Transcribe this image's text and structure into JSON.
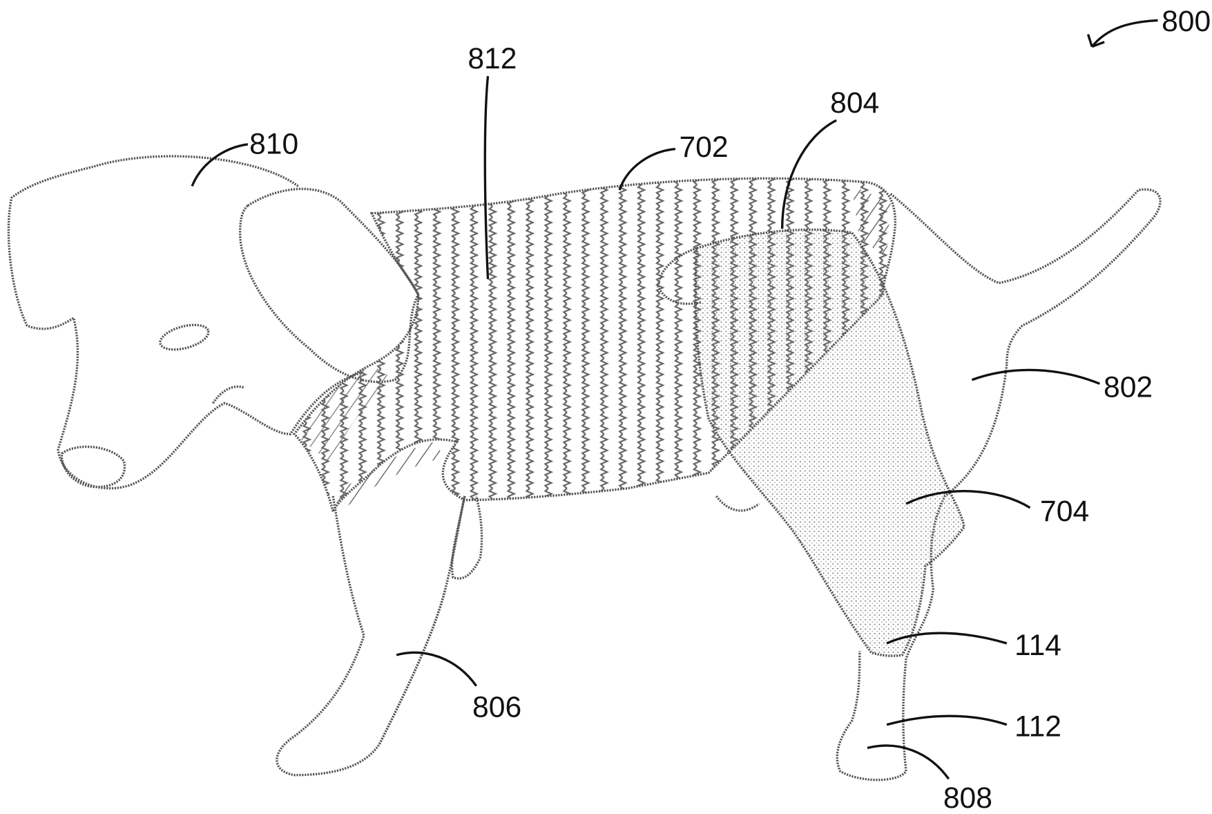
{
  "figure": {
    "reference": "800",
    "labels": {
      "l810": "810",
      "l812": "812",
      "l702": "702",
      "l804": "804",
      "l802": "802",
      "l704": "704",
      "l114": "114",
      "l112": "112",
      "l808": "808",
      "l806": "806"
    }
  }
}
